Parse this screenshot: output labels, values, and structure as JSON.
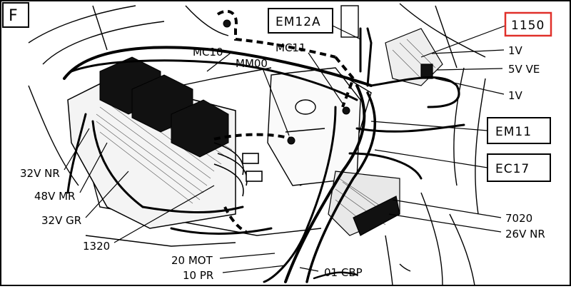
{
  "view_letter": "F",
  "highlight_color": "#e0302a",
  "connectors": {
    "em12a": "EM12A",
    "em11": "EM11",
    "ec17": "EC17",
    "c1150": "1150"
  },
  "labels": {
    "mc10": "MC10",
    "mm00": "MM00",
    "mc11": "MC11",
    "v1_top": "1V",
    "v5ve": "5V VE",
    "v1_mid": "1V",
    "v32nr": "32V NR",
    "v48mr": "48V MR",
    "v32gr": "32V GR",
    "n1320": "1320",
    "mot20": "20 MOT",
    "pr10": "10 PR",
    "cbp01": "01 CBP",
    "n7020": "7020",
    "v26nr": "26V NR"
  }
}
